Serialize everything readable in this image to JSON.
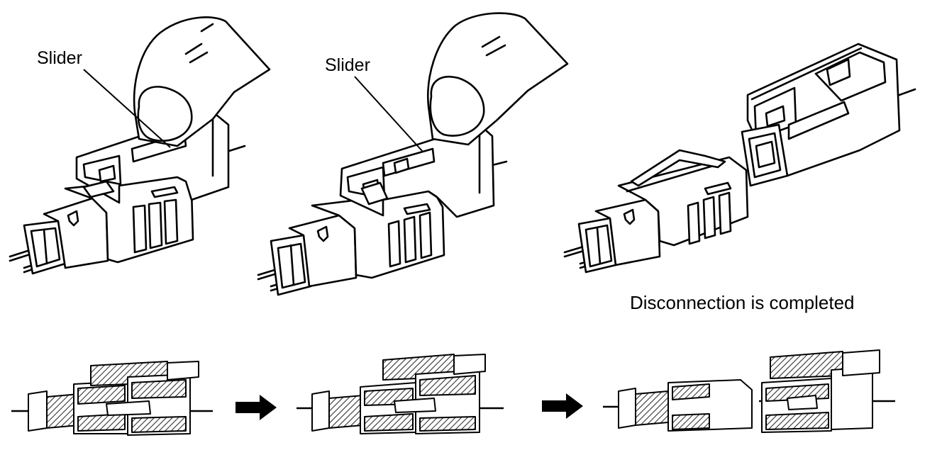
{
  "labels": {
    "slider_left": "Slider",
    "slider_middle": "Slider",
    "caption": "Disconnection is completed"
  },
  "icons": {
    "finger": "finger-icon",
    "arrow": "right-arrow-icon",
    "connector": "connector-icon"
  },
  "colors": {
    "ink": "#000000",
    "paper": "#ffffff",
    "hatch": "#333333"
  }
}
